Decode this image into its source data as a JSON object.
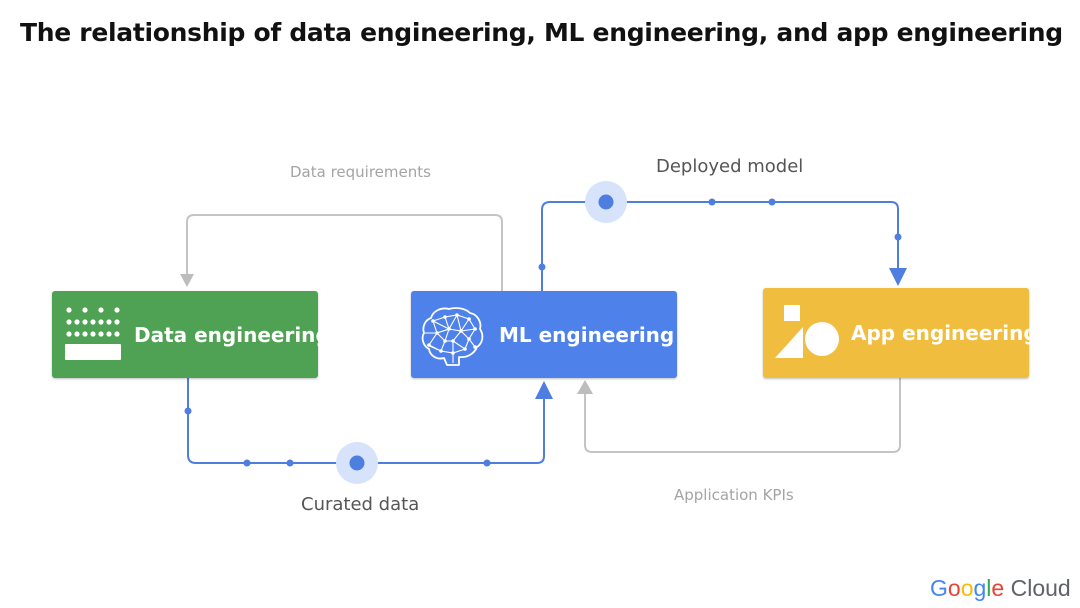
{
  "title": "The relationship of data engineering, ML engineering, and app engineering",
  "boxes": {
    "data_engineering": "Data engineering",
    "ml_engineering": "ML engineering",
    "app_engineering": "App engineering"
  },
  "flows": {
    "data_requirements": "Data requirements",
    "deployed_model": "Deployed model",
    "curated_data": "Curated data",
    "application_kpis": "Application KPIs"
  },
  "logo": {
    "google": "Google",
    "cloud": "Cloud"
  },
  "colors": {
    "data_engineering": "#4fa254",
    "ml_engineering": "#4e82ea",
    "app_engineering": "#f0bd3f",
    "flow_blue": "#4e7fe0",
    "flow_gray": "#c4c4c4"
  }
}
